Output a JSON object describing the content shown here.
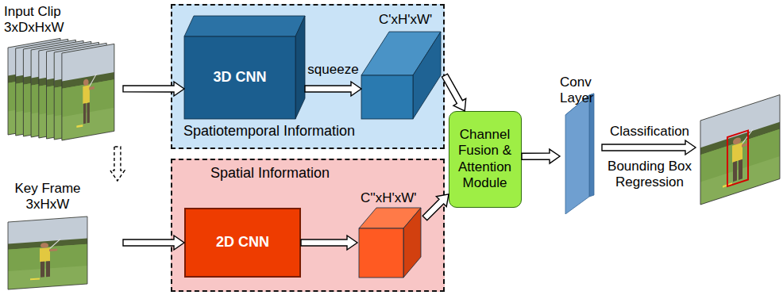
{
  "diagram": {
    "nodes": [
      {
        "text": [
          "Input Clip 3xDxHxW"
        ]
      },
      {
        "text": [
          "Spatiotemporal Information"
        ]
      },
      {
        "text": [
          "3D CNN"
        ],
        "in": 1
      },
      {
        "text": [
          "C'xH'xW'"
        ],
        "in": 1
      },
      {
        "text": [
          "Key Frame 3xHxW"
        ]
      },
      {
        "text": [
          "Spatial Information"
        ]
      },
      {
        "text": [
          "2D CNN"
        ],
        "in": 5
      },
      {
        "text": [
          "C''xH'xW'"
        ],
        "in": 5
      },
      {
        "text": [
          "Channel Fusion & Attention Module"
        ]
      },
      {
        "text": [
          "Conv Layer"
        ]
      }
    ],
    "edges": [
      {
        "from": 0,
        "to": 2,
        "arrow": "to"
      },
      {
        "from": 2,
        "to": 3,
        "label": "squeeze",
        "arrow": "to"
      },
      {
        "from": 3,
        "to": 8,
        "arrow": "to"
      },
      {
        "from": 0,
        "to": 4,
        "arrow": "to"
      },
      {
        "from": 4,
        "to": 6,
        "arrow": "to"
      },
      {
        "from": 6,
        "to": 7,
        "arrow": "to"
      },
      {
        "from": 7,
        "to": 8,
        "arrow": "to"
      },
      {
        "from": 8,
        "to": 9,
        "arrow": "to"
      }
    ],
    "labels": [
      "Classification",
      "Bounding Box Regression"
    ]
  }
}
